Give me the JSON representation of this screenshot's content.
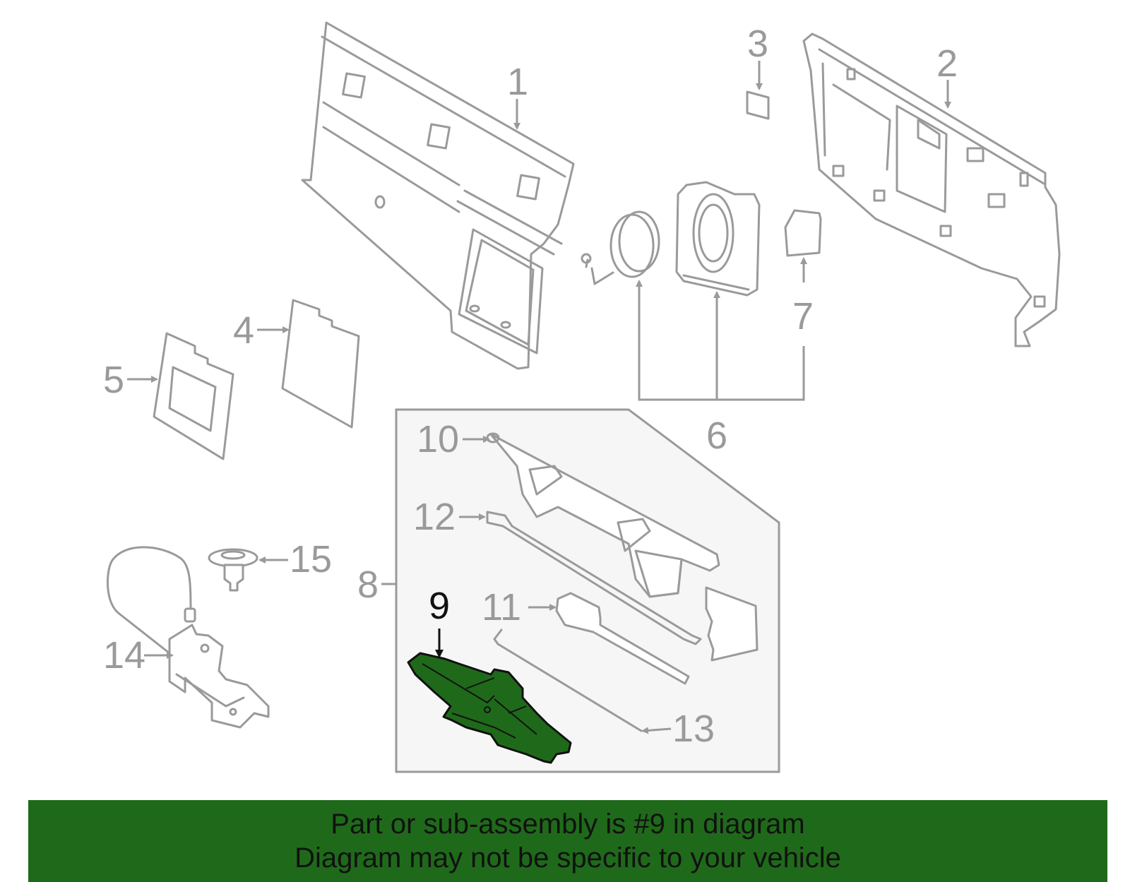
{
  "callouts": {
    "c1": "1",
    "c2": "2",
    "c3": "3",
    "c4": "4",
    "c5": "5",
    "c6": "6",
    "c7": "7",
    "c8": "8",
    "c9": "9",
    "c10": "10",
    "c11": "11",
    "c12": "12",
    "c13": "13",
    "c14": "14",
    "c15": "15"
  },
  "highlighted_part": "9",
  "colors": {
    "outline": "#9a9a9a",
    "highlight_part": "#1f6a1a",
    "banner_background": "#1f6a1a",
    "inset_background": "#f6f6f6"
  },
  "banner": {
    "line1": "Part or sub-assembly is #9 in diagram",
    "line2": "Diagram may not be specific to your vehicle"
  }
}
